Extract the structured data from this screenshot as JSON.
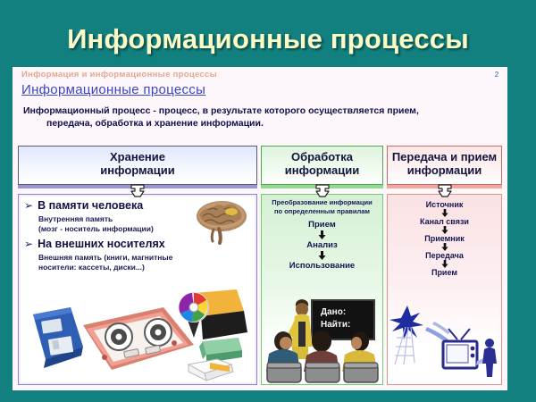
{
  "deck": {
    "title": "Информационные процессы",
    "title_color": "#fbfbc8",
    "background_color": "#12807e"
  },
  "slide": {
    "page_number": "2",
    "kicker": "Информация и информационные процессы",
    "heading": "Информационные процессы",
    "definition_line1": "Информационный процесс - процесс, в результате которого осуществляется прием,",
    "definition_line2": "передача, обработка и хранение информации.",
    "background_color": "#fdf7fb"
  },
  "columns": [
    {
      "id": "storage",
      "accent_color": "#8b86cf",
      "header_line1": "Хранение",
      "header_line2": "информации",
      "bullets": [
        {
          "marker": "➢",
          "title": "В памяти человека",
          "note_line1": "Внутренняя память",
          "note_line2": "(мозг - носитель информации)"
        },
        {
          "marker": "➢",
          "title": "На внешних носителях",
          "note_line1": "Внешняя память (книги, магнитные",
          "note_line2": "носители: кассеты, диски...)"
        }
      ],
      "illustrations": [
        "brain-illustration",
        "floppy-disk-illustration",
        "tape-reel-illustration",
        "cd-disc-illustration",
        "book-illustration"
      ]
    },
    {
      "id": "process",
      "accent_color": "#6fcf6c",
      "header_line1": "Обработка",
      "header_line2": "информации",
      "caption_line1": "Преобразование информации",
      "caption_line2": "по определенным правилам",
      "chain": [
        "Прием",
        "Анализ",
        "Использование"
      ],
      "blackboard_line1": "Дано:",
      "blackboard_line2": "Найти:",
      "illustrations": [
        "classroom-illustration",
        "blackboard-illustration"
      ]
    },
    {
      "id": "transfer",
      "accent_color": "#e89089",
      "header_line1": "Передача и прием",
      "header_line2": "информации",
      "chain": [
        "Источник",
        "Канал связи",
        "Приемник",
        "Передача",
        "Прием"
      ],
      "illustrations": [
        "broadcast-tower-illustration",
        "television-illustration",
        "person-illustration"
      ]
    }
  ]
}
